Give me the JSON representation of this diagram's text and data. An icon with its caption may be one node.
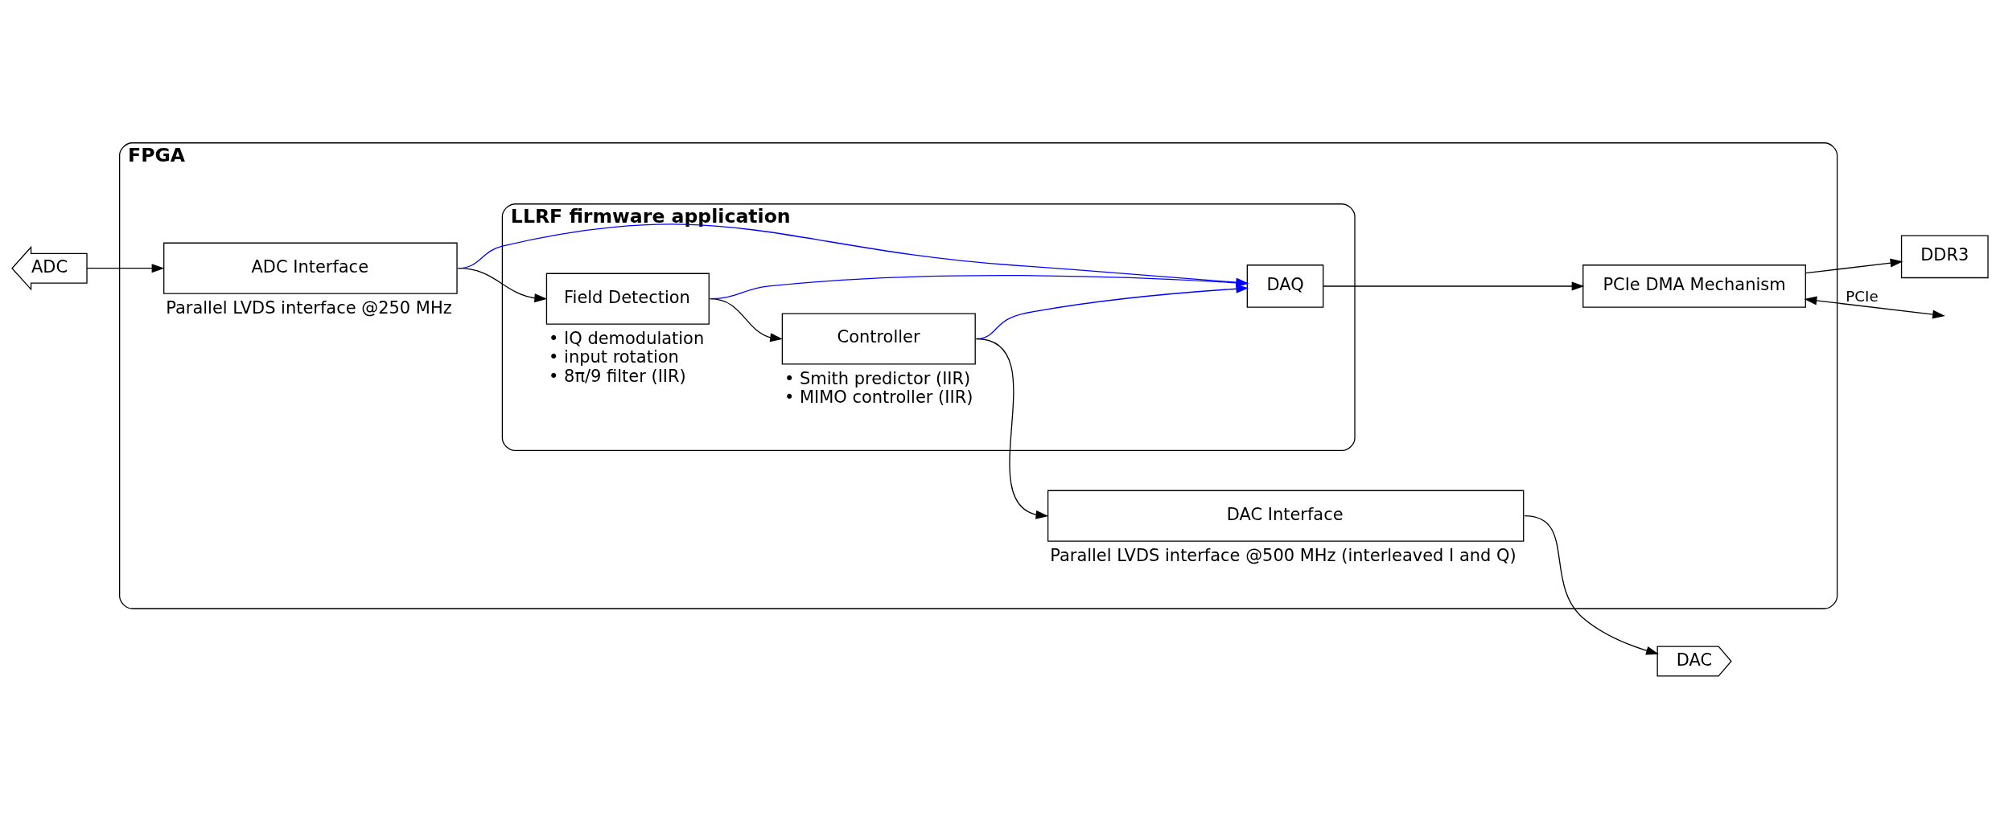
{
  "diagram": {
    "nodes": [
      {
        "text": [
          "DAC"
        ]
      },
      {
        "text": [
          "FPGA"
        ]
      },
      {
        "text": [
          "ADC"
        ]
      },
      {
        "text": [
          "ADC Interface"
        ],
        "in": 1,
        "beside": [
          "Parallel LVDS interface @250 MHz"
        ]
      },
      {
        "text": [
          "LLRF firmware application"
        ],
        "in": 1
      },
      {
        "text": [
          "Field Detection"
        ],
        "in": 4,
        "beside": [
          "• IQ demodulation",
          "• input rotation",
          "• 8π/9 filter (IIR)"
        ]
      },
      {
        "text": [
          "Controller"
        ],
        "in": 4,
        "beside": [
          "• Smith predictor (IIR)",
          "• MIMO controller (IIR)"
        ]
      },
      {
        "text": [
          "DAC Interface"
        ],
        "in": 1,
        "beside": [
          "Parallel LVDS interface @500 MHz (interleaved I and Q)"
        ]
      },
      {
        "text": [
          "PCIe DMA Mechanism"
        ],
        "in": 1
      },
      {
        "text": [
          "DAQ"
        ],
        "in": 4
      },
      {
        "text": [
          "DDR3"
        ]
      }
    ],
    "edges": [
      {
        "from": 2,
        "to": 3,
        "arrow": "to"
      },
      {
        "from": 3,
        "to": 5,
        "arrow": "to"
      },
      {
        "from": 5,
        "to": 6,
        "arrow": "to"
      },
      {
        "from": 6,
        "to": 7,
        "arrow": "to"
      },
      {
        "from": 7,
        "to": 0,
        "arrow": "to"
      },
      {
        "from": 3,
        "to": 9,
        "arrow": "to",
        "color": "#0000ff"
      },
      {
        "from": 5,
        "to": 9,
        "arrow": "to",
        "color": "#0000ff"
      },
      {
        "from": 6,
        "to": 9,
        "arrow": "to",
        "color": "#0000ff"
      },
      {
        "from": 9,
        "to": 8,
        "arrow": "to"
      },
      {
        "from": 8,
        "to": 10,
        "arrow": "to"
      },
      {
        "from": null,
        "to": 8,
        "arrow": "both",
        "label": "PCIe"
      }
    ]
  }
}
